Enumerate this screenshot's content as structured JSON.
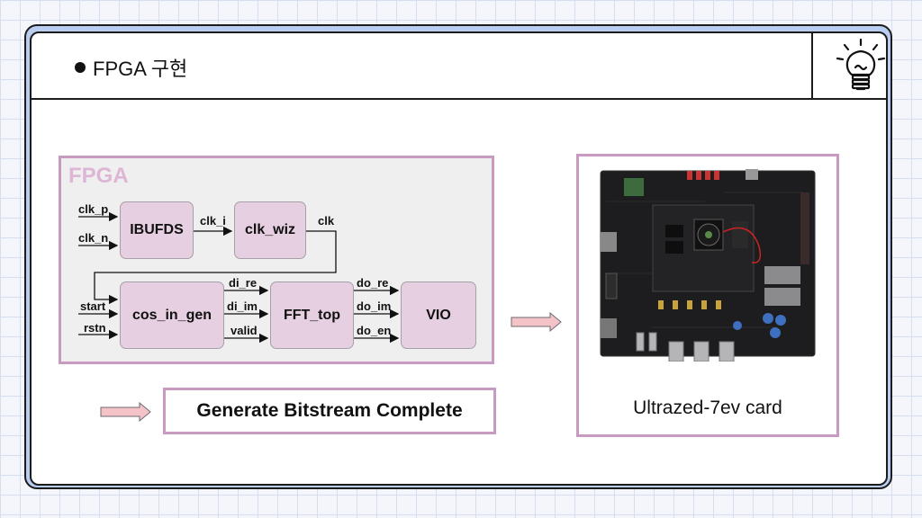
{
  "slide": {
    "title": "FPGA 구현",
    "icon": "lightbulb-icon"
  },
  "diagram": {
    "container_label": "FPGA",
    "blocks": {
      "ibufds": "IBUFDS",
      "clk_wiz": "clk_wiz",
      "cos_in_gen": "cos_in_gen",
      "fft_top": "FFT_top",
      "vio": "VIO"
    },
    "signals": {
      "clk_p": "clk_p",
      "clk_n": "clk_n",
      "clk_i": "clk_i",
      "clk": "clk",
      "start": "start",
      "rstn": "rstn",
      "di_re": "di_re",
      "di_im": "di_im",
      "valid": "valid",
      "do_re": "do_re",
      "do_im": "do_im",
      "do_en": "do_en"
    }
  },
  "status": {
    "text": "Generate Bitstream Complete"
  },
  "board": {
    "caption": "Ultrazed-7ev card"
  },
  "colors": {
    "accent_border": "#c99ac0",
    "block_fill": "#e5cfe0",
    "frame_blue": "#b8cdf0",
    "arrow_pink": "#f3c3c8"
  }
}
